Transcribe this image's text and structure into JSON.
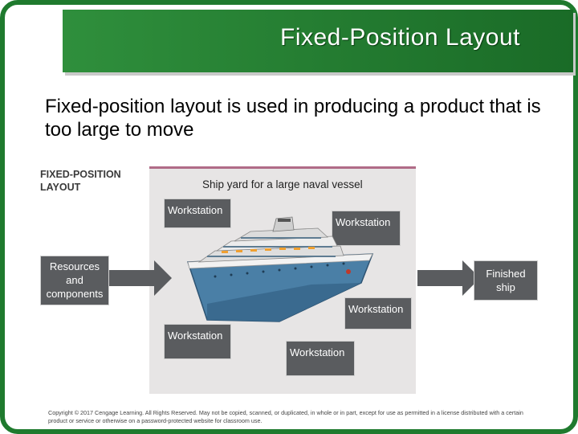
{
  "slide": {
    "title": "Fixed-Position Layout",
    "body": "Fixed-position layout is used in producing a product that is too large to move"
  },
  "figure": {
    "label_line1": "FIXED-POSITION",
    "label_line2": "LAYOUT",
    "caption": "Ship yard for a large naval vessel",
    "workstations": [
      "Workstation",
      "Workstation",
      "Workstation",
      "Workstation",
      "Workstation"
    ],
    "input_box": [
      "Resources",
      "and",
      "components"
    ],
    "output_box": [
      "Finished",
      "ship"
    ],
    "ship_icon": "cruise-ship-illustration"
  },
  "footer": {
    "copyright": "Copyright © 2017 Cengage Learning. All Rights Reserved. May not be copied, scanned, or duplicated, in whole or in part, except for use as permitted in a license distributed with a certain product or service or otherwise on a password-protected website for classroom use."
  },
  "colors": {
    "title_bar": "#1f7a2e",
    "frame": "#1f7a2e",
    "box": "#5a5c5f",
    "panel": "#e7e5e5",
    "panel_accent": "#b06b87",
    "ship_hull": "#4a7fa6"
  }
}
